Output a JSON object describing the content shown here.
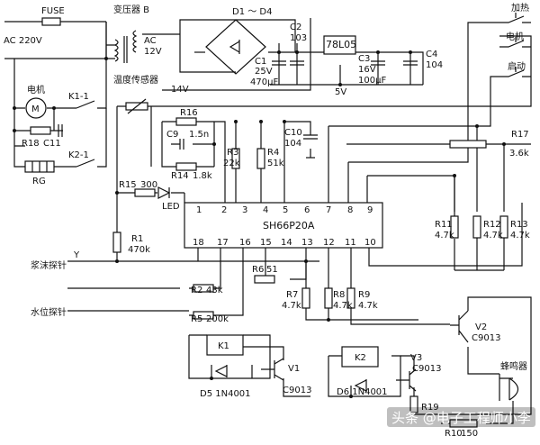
{
  "power": {
    "fuse": "FUSE",
    "mains": "AC 220V",
    "transformer": "变压器 B",
    "ac_out_1": "AC",
    "ac_out_2": "12V",
    "temp_sensor": "温度传感器",
    "bridge": "D1 ～ D4",
    "c1_name": "C1",
    "c1_val1": "25V",
    "c1_val2": "470μF",
    "c2_name": "C2",
    "c2_val": "103",
    "regulator": "78L05",
    "c3_name": "C3",
    "c3_val1": "16V",
    "c3_val2": "100μF",
    "c4_name": "C4",
    "c4_val": "104",
    "v5": "5V",
    "v14": "14V"
  },
  "motor_section": {
    "motor": "电机",
    "motor_symbol": "M",
    "k1_1": "K1-1",
    "r18": "R18",
    "c11": "C11",
    "k2_1": "K2-1",
    "rg": "RG"
  },
  "ic": {
    "name": "SH66P20A",
    "pins_top": [
      "1",
      "2",
      "3",
      "4",
      "5",
      "6",
      "7",
      "8",
      "9"
    ],
    "pins_bottom": [
      "18",
      "17",
      "16",
      "15",
      "14",
      "13",
      "12",
      "11",
      "10"
    ]
  },
  "components": {
    "r16": "R16",
    "c9": "C9",
    "c9_val": "1.5n",
    "r14": "R14",
    "r14_val": "1.8k",
    "r3": "R3",
    "r3_val": "22k",
    "r4": "R4",
    "r4_val": "51k",
    "c10": "C10",
    "c10_val": "104",
    "r15": "R15",
    "r15_val": "300",
    "led": "LED",
    "r1": "R1",
    "r1_val": "470k",
    "r6": "R6",
    "r6_val": "51",
    "r2": "R2",
    "r2_val": "43k",
    "r5": "R5",
    "r5_val": "200k",
    "r7": "R7",
    "r7_val": "4.7k",
    "r8": "R8",
    "r8_val": "4.7k",
    "r9": "R9",
    "r9_val": "4.7k",
    "r11": "R11",
    "r11_val": "4.7k",
    "r12": "R12",
    "r12_val": "4.7k",
    "r13": "R13",
    "r13_val": "4.7k",
    "r17": "R17",
    "r17_val": "3.6k",
    "k1": "K1",
    "k2": "K2",
    "d5": "D5 1N4001",
    "d6": "D6 1N4001",
    "v1": "V1",
    "v1_type": "C9013",
    "v2": "V2",
    "v2_type": "C9013",
    "v3": "V3",
    "v3_type": "C9013",
    "r19": "R19",
    "r10": "R10",
    "r10_val": "150",
    "buzzer": "蜂鸣器"
  },
  "probes": {
    "foam": "浆沫探针",
    "y": "Y",
    "water": "水位探针"
  },
  "switches": {
    "heat": "加热",
    "motor": "电机",
    "start": "启动"
  },
  "watermark": "头条 @电子工程师小李"
}
